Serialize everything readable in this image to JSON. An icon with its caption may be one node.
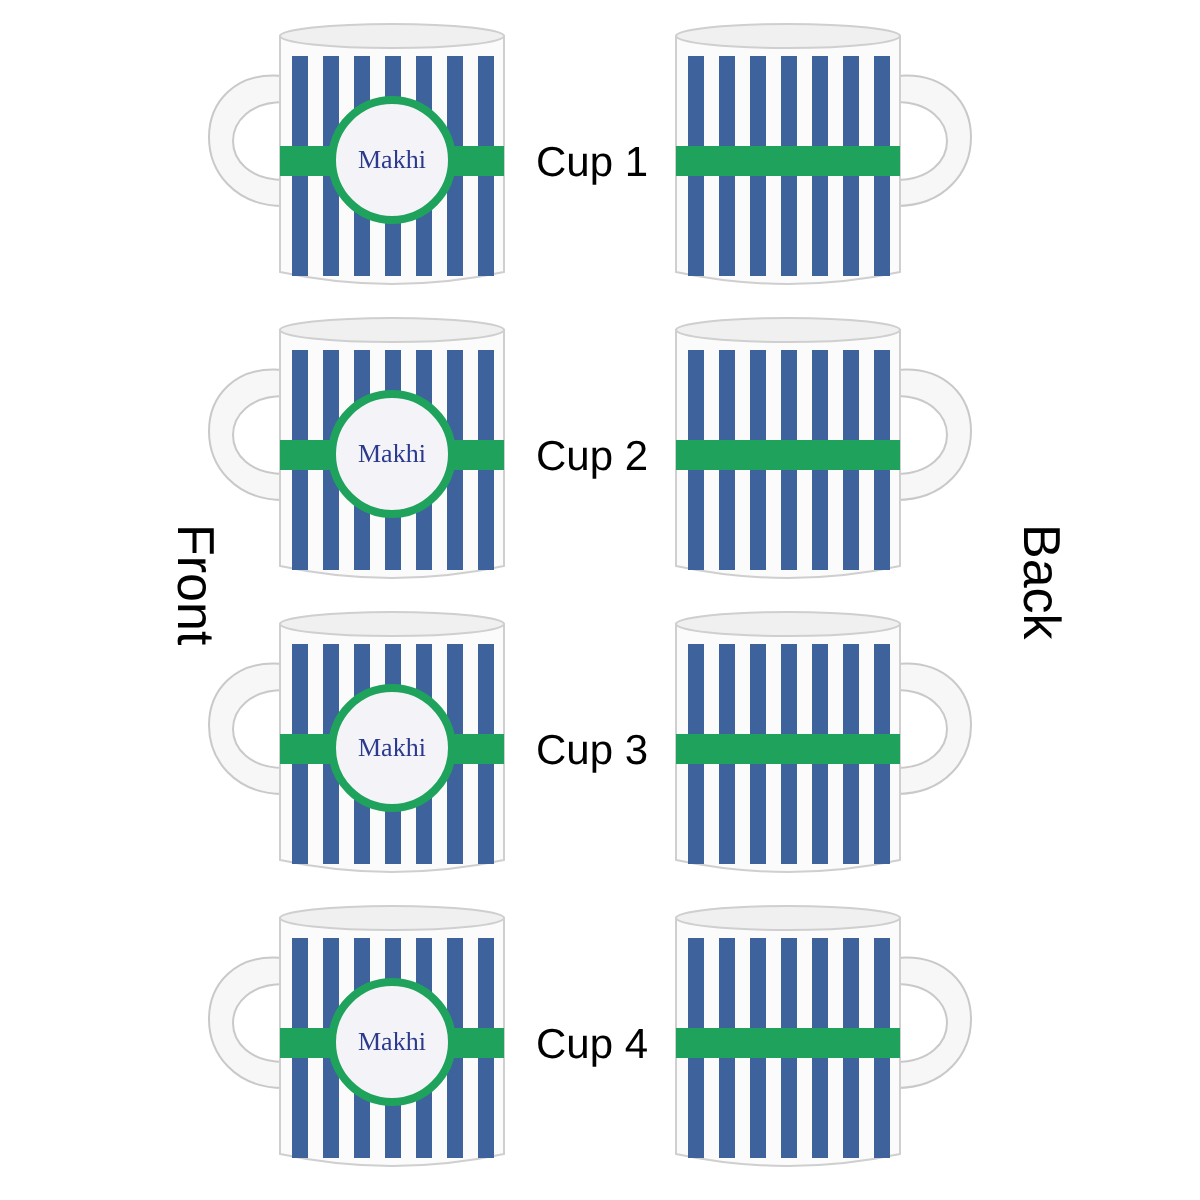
{
  "diagram": {
    "labels": [
      "Makhi",
      "Cup 1",
      "Makhi",
      "Cup 2",
      "Front",
      "Back",
      "Makhi",
      "Cup 3",
      "Makhi",
      "Cup 4"
    ]
  }
}
